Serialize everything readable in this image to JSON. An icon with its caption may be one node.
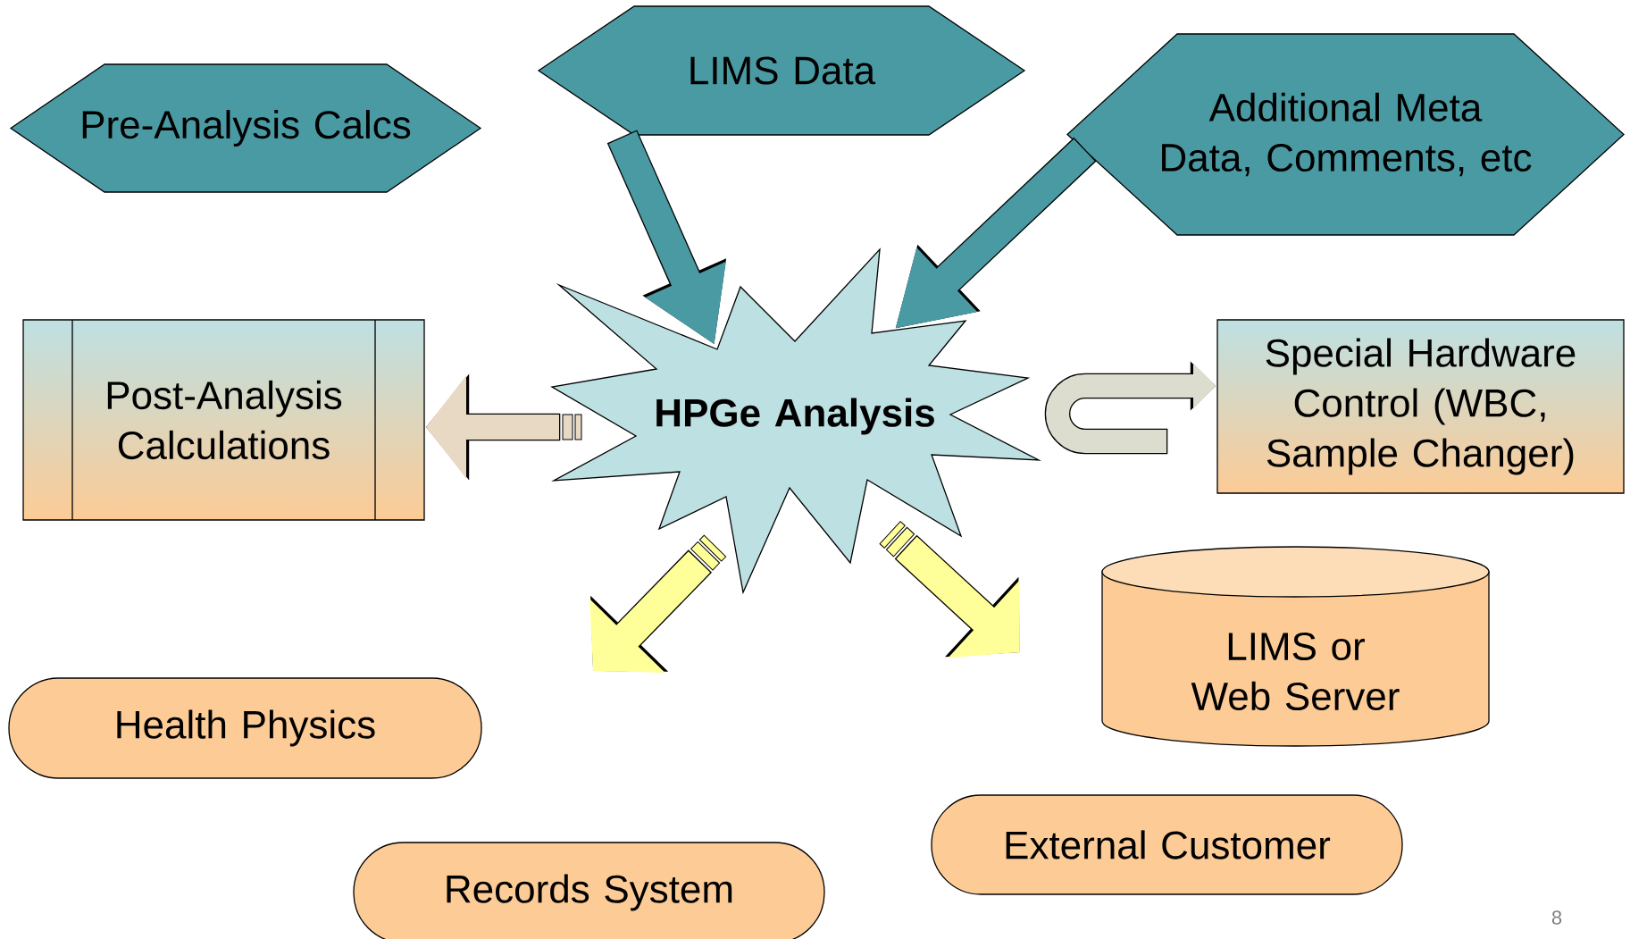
{
  "diagram": {
    "nodes": [
      {
        "text": [
          "Pre-Analysis Calcs"
        ]
      },
      {
        "text": [
          "LIMS Data"
        ]
      },
      {
        "text": [
          "Additional Meta Data, Comments, etc"
        ]
      },
      {
        "text": [
          "HPGe Analysis"
        ]
      },
      {
        "text": [
          "Post-Analysis Calculations"
        ]
      },
      {
        "text": [
          "Special Hardware Control (WBC, Sample Changer)"
        ]
      },
      {
        "text": [
          "LIMS or Web Server"
        ]
      },
      {
        "text": [
          "Health Physics"
        ]
      },
      {
        "text": [
          "Records System"
        ]
      },
      {
        "text": [
          "External Customer"
        ]
      }
    ],
    "edges": [
      {
        "from": 1,
        "to": 3,
        "arrow": "to",
        "color": "#4a9aa3"
      },
      {
        "from": 2,
        "to": 3,
        "arrow": "to",
        "color": "#4a9aa3"
      },
      {
        "from": 3,
        "to": 4,
        "arrow": "to",
        "color": "#e8d9c4"
      },
      {
        "from": null,
        "to": 5,
        "arrow": "to",
        "color": "#dcdccf"
      },
      {
        "from": 3,
        "to": null,
        "arrow": "to",
        "color": "#ffff99"
      },
      {
        "from": 3,
        "to": null,
        "arrow": "to",
        "color": "#ffff99"
      }
    ],
    "labels": [
      "8"
    ]
  }
}
